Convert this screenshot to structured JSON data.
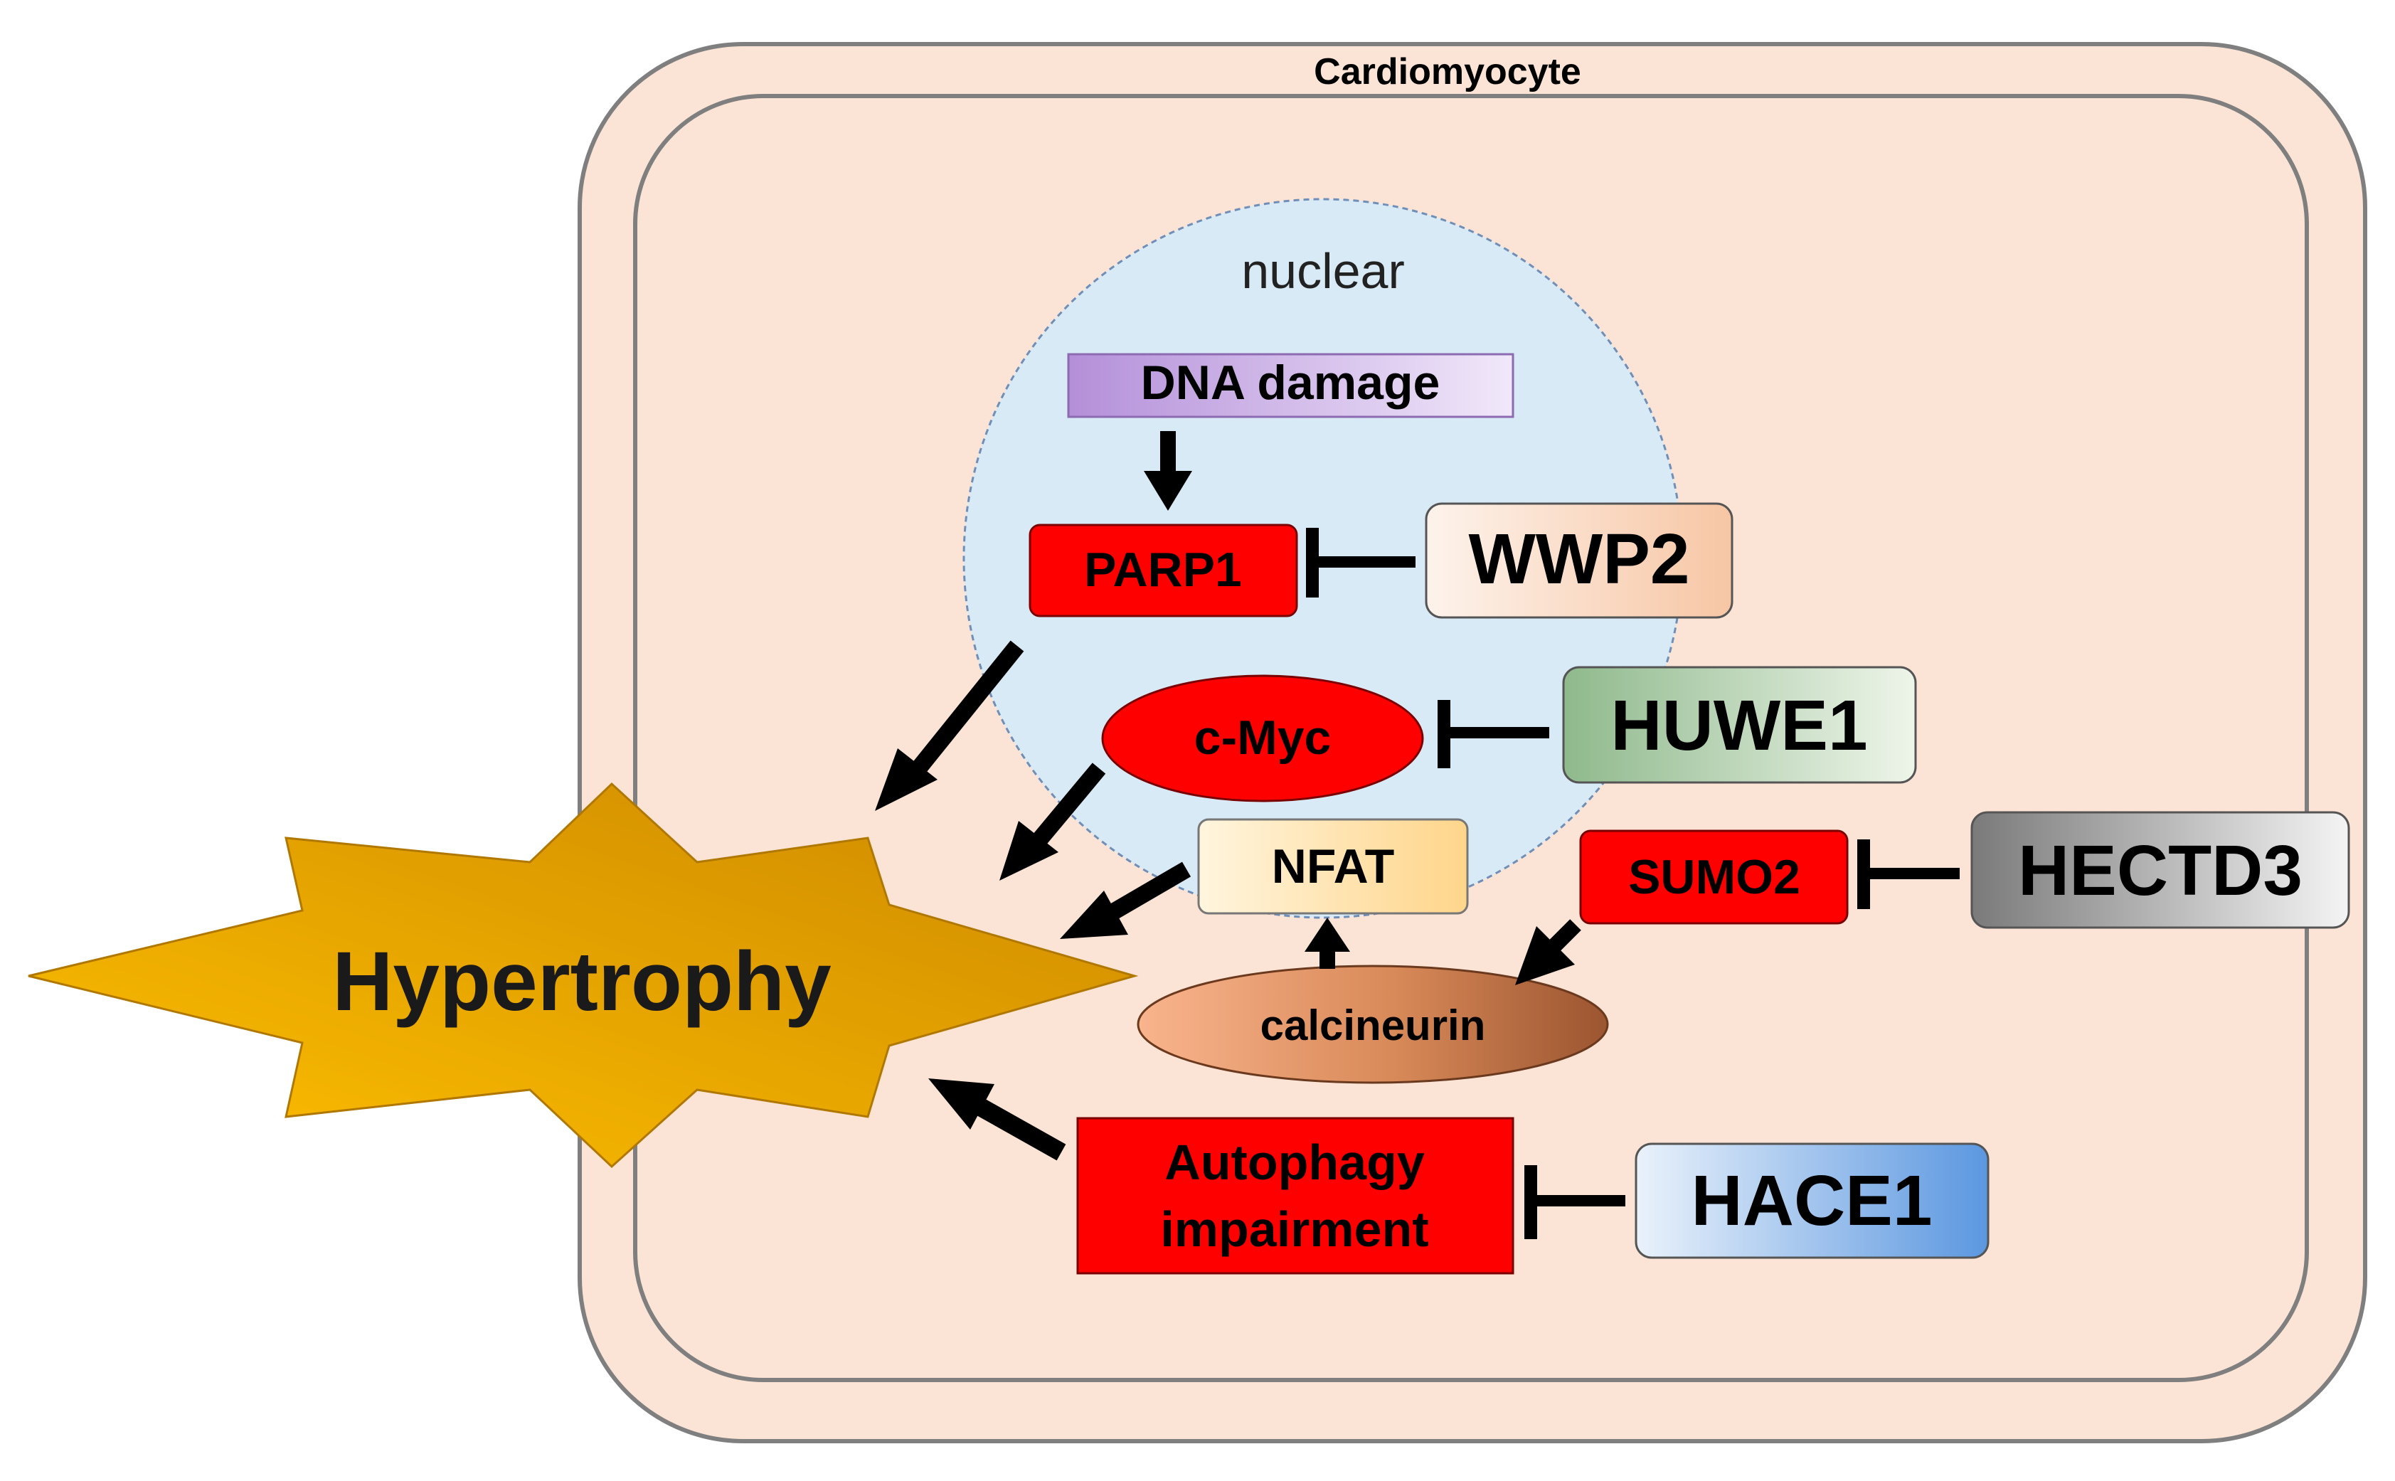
{
  "labels": {
    "cardiomyocyte": "Cardiomyocyte",
    "nuclear": "nuclear",
    "dna_damage": "DNA damage",
    "parp1": "PARP1",
    "wwp2": "WWP2",
    "cmyc": "c-Myc",
    "huwe1": "HUWE1",
    "nfat": "NFAT",
    "sumo2": "SUMO2",
    "hectd3": "HECTD3",
    "calcineurin": "calcineurin",
    "autophagy_line1": "Autophagy",
    "autophagy_line2": "impairment",
    "hace1": "HACE1",
    "hypertrophy": "Hypertrophy"
  },
  "colors": {
    "cell_fill": "#fbe4d5",
    "cell_stroke": "#7f7f7f",
    "nucleus_fill": "#d9eaf7",
    "nucleus_stroke": "#6f8fb8",
    "active_red": "#ff0000",
    "arrow": "#000000"
  }
}
